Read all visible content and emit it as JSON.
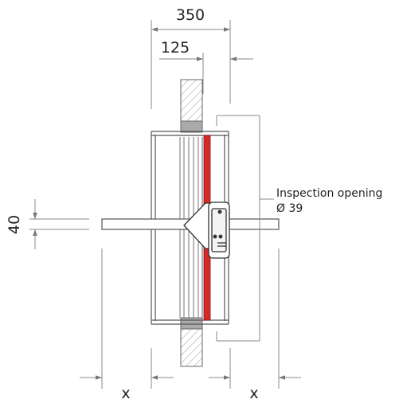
{
  "dimensions": {
    "total_length": "350",
    "wall_offset": "125",
    "blade_height": "40",
    "clearance_left": "x",
    "clearance_right": "x"
  },
  "callout": {
    "line1": "Inspection opening",
    "line2": "Ø 39"
  },
  "colors": {
    "line": "#555555",
    "dimension_line": "#888888",
    "seal": "#d42a2a",
    "wall_fill": "#aaaaaa",
    "text": "#222222"
  }
}
